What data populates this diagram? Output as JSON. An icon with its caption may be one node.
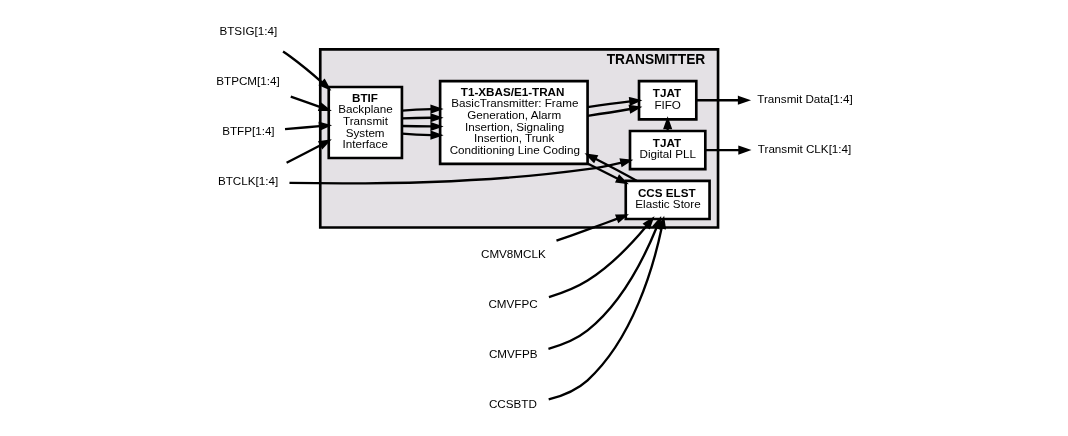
{
  "diagram": {
    "nodes": [
      {
        "text": [
          "TRANSMITTER"
        ]
      },
      {
        "text": [
          "BTIF",
          "Backplane Transmit System Interface"
        ],
        "in": 0
      },
      {
        "text": [
          "T1-XBAS/E1-TRAN",
          "BasicTransmitter: Frame Generation, Alarm Insertion, Signaling Insertion, Trunk Conditioning Line Coding"
        ],
        "in": 0
      },
      {
        "text": [
          "TJAT",
          "Digital PLL"
        ],
        "in": 0
      },
      {
        "text": [
          "TJAT",
          "FIFO"
        ],
        "in": 0
      },
      {
        "text": [
          "CCS ELST",
          "Elastic Store"
        ],
        "in": 0
      },
      {
        "text": [
          "BTCLK[1:4]"
        ]
      },
      {
        "text": [
          "BTFP[1:4]"
        ]
      },
      {
        "text": [
          "BTSIG[1:4]"
        ]
      },
      {
        "text": [
          "BTPCM[1:4]"
        ]
      },
      {
        "text": [
          "CMV8MCLK"
        ]
      },
      {
        "text": [
          "CMVFPC"
        ]
      },
      {
        "text": [
          "CMVFPB"
        ]
      },
      {
        "text": [
          "CCSBTD"
        ]
      },
      {
        "text": [
          "Transmit CLK[1:4]"
        ]
      },
      {
        "text": [
          "Transmit Data[1:4]"
        ]
      }
    ],
    "edges": [
      {
        "from": 6,
        "to": 1,
        "arrow": "to"
      },
      {
        "from": 6,
        "to": 3,
        "arrow": "to"
      },
      {
        "from": 7,
        "to": 1,
        "arrow": "to"
      },
      {
        "from": 8,
        "to": 1,
        "arrow": "to"
      },
      {
        "from": 9,
        "to": 1,
        "arrow": "to"
      },
      {
        "from": 1,
        "to": 2,
        "arrow": "to"
      },
      {
        "from": 1,
        "to": 2,
        "arrow": "to"
      },
      {
        "from": 1,
        "to": 2,
        "arrow": "to"
      },
      {
        "from": 1,
        "to": 2,
        "arrow": "to"
      },
      {
        "from": 2,
        "to": 4,
        "arrow": "to"
      },
      {
        "from": 2,
        "to": 4,
        "arrow": "to"
      },
      {
        "from": 3,
        "to": 14,
        "arrow": "to"
      },
      {
        "from": 3,
        "to": 4,
        "arrow": "to"
      },
      {
        "from": 4,
        "to": 15,
        "arrow": "to"
      },
      {
        "from": 10,
        "to": 5,
        "arrow": "to"
      },
      {
        "from": 11,
        "to": 5,
        "arrow": "to"
      },
      {
        "from": 12,
        "to": 5,
        "arrow": "to"
      },
      {
        "from": 13,
        "to": 5,
        "arrow": "to"
      },
      {
        "from": 2,
        "to": 5,
        "arrow": "to"
      },
      {
        "from": 5,
        "to": 2,
        "arrow": "to"
      }
    ]
  }
}
